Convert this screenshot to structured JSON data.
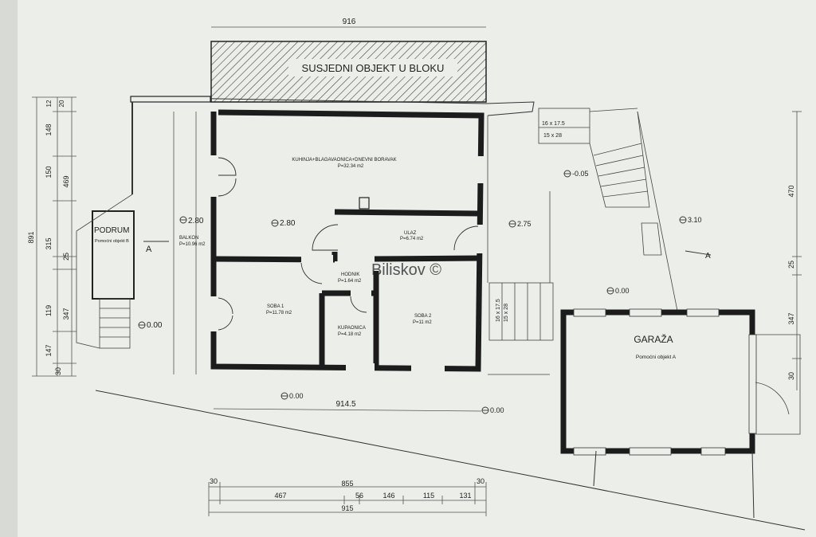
{
  "colors": {
    "paper": "#eef0ec",
    "wall": "#1c1c1c",
    "line": "#555555",
    "hatch": "#444444"
  },
  "header": {
    "top_dimension": "916",
    "neighbor_label": "SUSJEDNI OBJEKT U BLOKU"
  },
  "rooms": {
    "kitchen": {
      "name": "KUHINJA+BLAGAVAONICA+DNEVNI BORAVAK",
      "area": "P=32.34 m2"
    },
    "entrance": {
      "name": "ULAZ",
      "area": "P=6.74 m2"
    },
    "hall": {
      "name": "HODNIK",
      "area": "P=1.64 m2"
    },
    "room1": {
      "name": "SOBA 1",
      "area": "P=11.78 m2"
    },
    "bath": {
      "name": "KUPAONICA",
      "area": "P=4.18 m2"
    },
    "room2": {
      "name": "SOBA 2",
      "area": "P=11 m2"
    },
    "balcony": {
      "name": "BALKON",
      "area": "P=10.96 m2"
    },
    "basement": {
      "name": "PODRUM",
      "sub": "Pomoćni objekt B"
    },
    "garage": {
      "name": "GARAŽA",
      "sub": "Pomoćni objekt A"
    }
  },
  "levels": {
    "kitchen": "2.80",
    "balcony": "2.80",
    "terrace": "2.75",
    "stair_top": "3.10",
    "stair_mid": "-0.05",
    "yard": "0.00",
    "basement": "0.00",
    "front": "0.00",
    "street": "0.00"
  },
  "stairs": {
    "upper": "16 x 17.5",
    "upper2": "15 x 28",
    "side": "16 x 17.5",
    "side2": "15 x 28"
  },
  "section_mark": "A",
  "watermark": "Biliskov ©",
  "dims_bottom": {
    "front": "914.5",
    "total_inner": "855",
    "total": "915",
    "left_wall": "30",
    "right_wall": "30",
    "segments": [
      "467",
      "56",
      "146",
      "115",
      "131"
    ]
  },
  "dims_left": {
    "total": "891",
    "outer": [
      "469",
      "315",
      "347"
    ],
    "inner": [
      "12",
      "148",
      "150",
      "25",
      "119",
      "147",
      "30"
    ],
    "top": "20"
  },
  "dims_right": [
    "470",
    "25",
    "347",
    "30"
  ]
}
